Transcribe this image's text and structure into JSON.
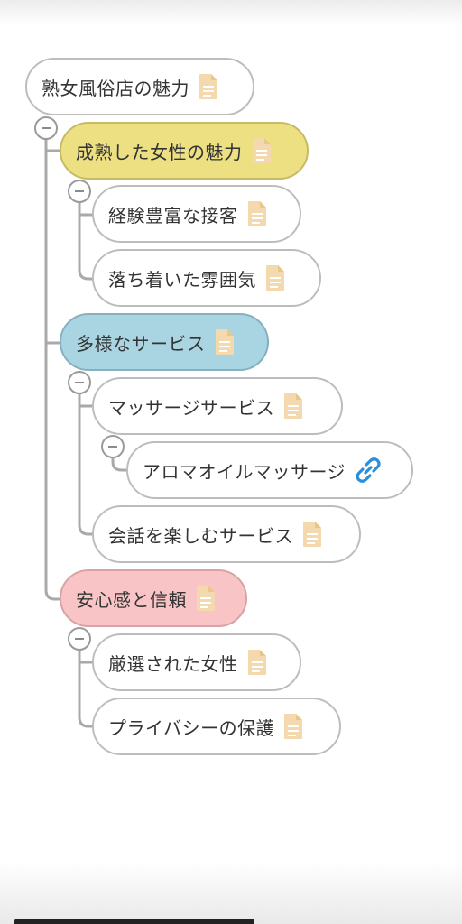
{
  "mindmap": {
    "root": {
      "label": "熟女風俗店の魅力",
      "icon": "document-icon"
    },
    "branches": [
      {
        "label": "成熟した女性の魅力",
        "color": "#ece083",
        "icon": "document-icon",
        "children": [
          {
            "label": "経験豊富な接客",
            "icon": "document-icon"
          },
          {
            "label": "落ち着いた雰囲気",
            "icon": "document-icon"
          }
        ]
      },
      {
        "label": "多様なサービス",
        "color": "#a9d4e2",
        "icon": "document-icon",
        "children": [
          {
            "label": "マッサージサービス",
            "icon": "document-icon",
            "children": [
              {
                "label": "アロマオイルマッサージ",
                "icon": "link-icon"
              }
            ]
          },
          {
            "label": "会話を楽しむサービス",
            "icon": "document-icon"
          }
        ]
      },
      {
        "label": "安心感と信頼",
        "color": "#f8c4c6",
        "icon": "document-icon",
        "children": [
          {
            "label": "厳選された女性",
            "icon": "document-icon"
          },
          {
            "label": "プライバシーの保護",
            "icon": "document-icon"
          }
        ]
      }
    ]
  },
  "colors": {
    "doc_icon": "#f3d9ad",
    "link_icon": "#2d8fd9",
    "connector": "#a9a9a9",
    "node_border": "#bdbdbd"
  }
}
